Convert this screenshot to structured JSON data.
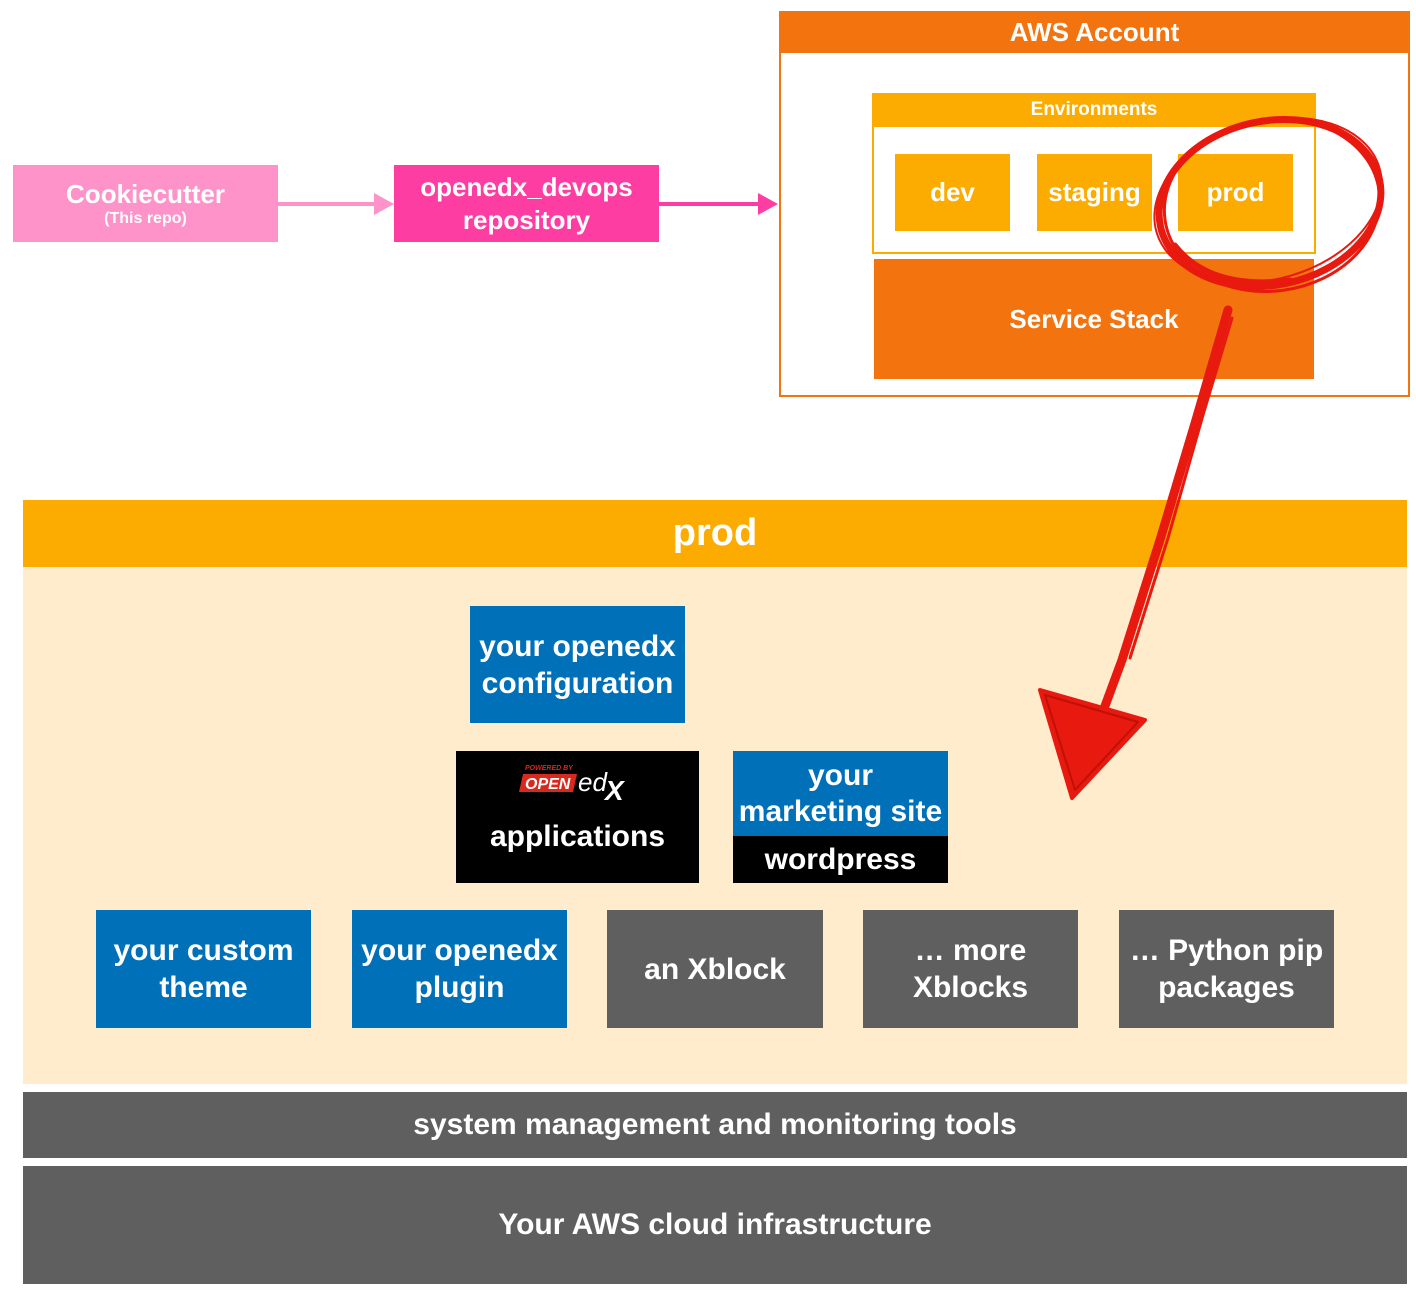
{
  "flow": {
    "cookiecutter_title": "Cookiecutter",
    "cookiecutter_sub": "(This repo)",
    "devops_line1": "openedx_devops",
    "devops_line2": "repository"
  },
  "aws": {
    "title": "AWS Account",
    "environments_label": "Environments",
    "envs": [
      "dev",
      "staging",
      "prod"
    ],
    "service_stack": "Service Stack"
  },
  "prod": {
    "title": "prod",
    "config_line1": "your openedx",
    "config_line2": "configuration",
    "logo_powered": "POWERED BY",
    "logo_open": "OPEN",
    "logo_ed": "ed",
    "logo_x": "X",
    "apps_label": "applications",
    "marketing_line1": "your",
    "marketing_line2": "marketing site",
    "marketing_sub": "wordpress",
    "row": [
      {
        "line1": "your custom",
        "line2": "theme"
      },
      {
        "line1": "your openedx",
        "line2": "plugin"
      },
      {
        "line1": "an Xblock",
        "line2": ""
      },
      {
        "line1": "… more",
        "line2": "Xblocks"
      },
      {
        "line1": "… Python pip",
        "line2": "packages"
      }
    ]
  },
  "layers": {
    "system_tools": "system management and monitoring tools",
    "aws_infra": "Your AWS cloud infrastructure"
  },
  "colors": {
    "pink_light": "#fe93c9",
    "pink": "#fe3da2",
    "orange": "#f3730f",
    "amber": "#fcac01",
    "cream": "#feeccd",
    "blue": "#0071b8",
    "grey": "#5f5f5f",
    "red_annotation": "#e8190f"
  }
}
